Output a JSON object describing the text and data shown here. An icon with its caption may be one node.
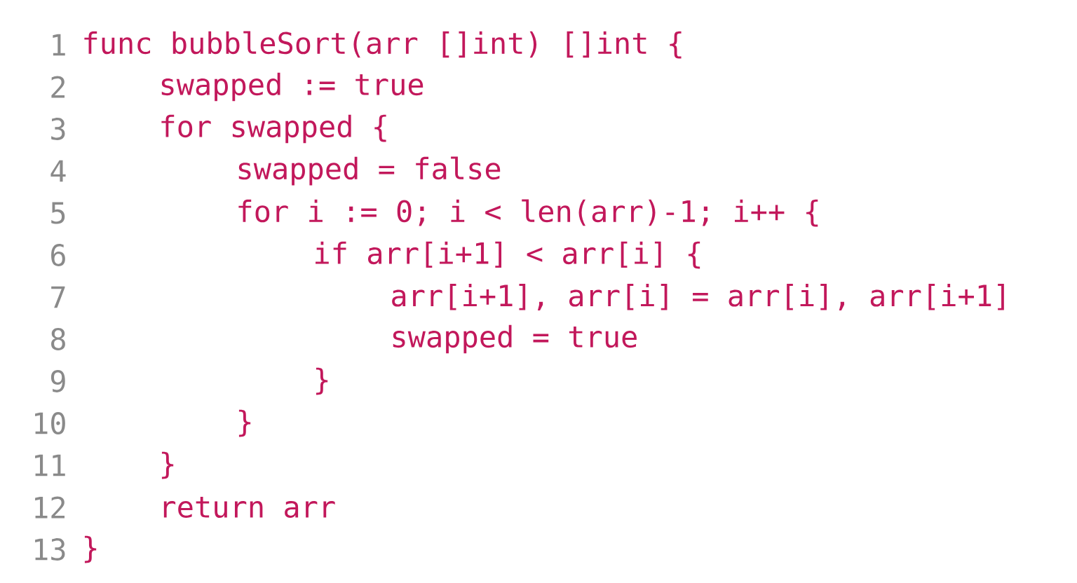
{
  "diagram": {
    "labels": [
      "1",
      "func bubbleSort(arr []int) []int {",
      "2",
      "swapped := true",
      "3",
      "for swapped {",
      "4",
      "swapped = false",
      "5",
      "for i := 0; i < len(arr)-1; i++ {",
      "6",
      "if arr[i+1] < arr[i] {",
      "7",
      "arr[i+1], arr[i] = arr[i], arr[i+1]",
      "8",
      "swapped = true",
      "9",
      "}",
      "10",
      "}",
      "11",
      "}",
      "12",
      "return arr",
      "13",
      "}"
    ]
  }
}
